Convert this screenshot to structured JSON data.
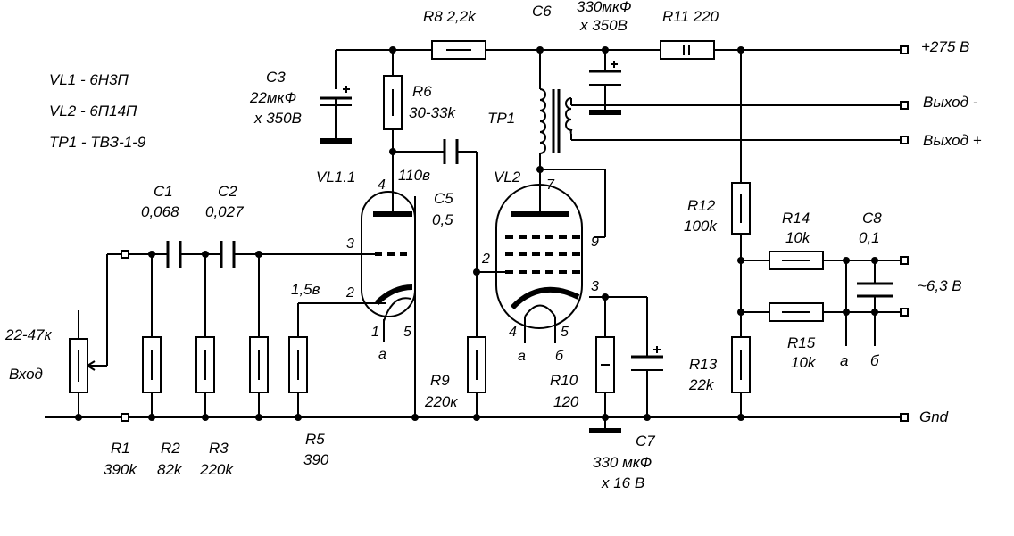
{
  "tube_list": {
    "vl1": "VL1 - 6Н3П",
    "vl2": "VL2 - 6П14П",
    "tr1": "ТР1 - ТВЗ-1-9"
  },
  "components": {
    "r1": {
      "ref": "R1",
      "value": "390k"
    },
    "r2": {
      "ref": "R2",
      "value": "82k"
    },
    "r3": {
      "ref": "R3",
      "value": "220k"
    },
    "r5": {
      "ref": "R5",
      "value": "390"
    },
    "r6": {
      "ref": "R6",
      "value": "30-33k"
    },
    "r8": {
      "label": "R8 2,2k"
    },
    "r9": {
      "ref": "R9",
      "value": "220к"
    },
    "r10": {
      "ref": "R10",
      "value": "120"
    },
    "r11": {
      "label": "R11 220"
    },
    "r12": {
      "ref": "R12",
      "value": "100k"
    },
    "r13": {
      "ref": "R13",
      "value": "22k"
    },
    "r14": {
      "ref": "R14",
      "value": "10k"
    },
    "r15": {
      "ref": "R15",
      "value": "10k"
    },
    "c1": {
      "ref": "C1",
      "value": "0,068"
    },
    "c2": {
      "ref": "C2",
      "value": "0,027"
    },
    "c3": {
      "ref": "C3",
      "value": "22мкФ",
      "voltage": "x 350В"
    },
    "c5": {
      "ref": "C5",
      "value": "0,5"
    },
    "c6": {
      "ref": "C6",
      "value": "330мкФ",
      "voltage": "x 350В"
    },
    "c7": {
      "ref": "C7",
      "value": "330 мкФ",
      "voltage": "x 16 В"
    },
    "c8": {
      "ref": "C8",
      "value": "0,1"
    },
    "vl11": {
      "ref": "VL1.1"
    },
    "vl2": {
      "ref": "VL2"
    },
    "tr1": {
      "ref": "ТР1"
    },
    "pot": {
      "value": "22-47к",
      "label": "Вход"
    }
  },
  "voltages": {
    "grid_bias": "1,5в",
    "anode": "110в"
  },
  "terminals": {
    "b_plus": "+275 В",
    "out_minus": "Выход -",
    "out_plus": "Выход +",
    "heater": "~6,3 В",
    "gnd": "Gnd"
  },
  "pins": {
    "vl1": {
      "anode": "4",
      "grid": "3",
      "cathode": "2",
      "heater1": "1",
      "heater2": "5",
      "heater1_tag": "а"
    },
    "vl2": {
      "anode": "7",
      "g2": "9",
      "grid": "2",
      "cathode": "3",
      "heater1": "4",
      "heater2": "5",
      "heater1_tag": "а",
      "heater2_tag": "б"
    }
  },
  "heater_taps": {
    "a": "а",
    "b": "б"
  }
}
